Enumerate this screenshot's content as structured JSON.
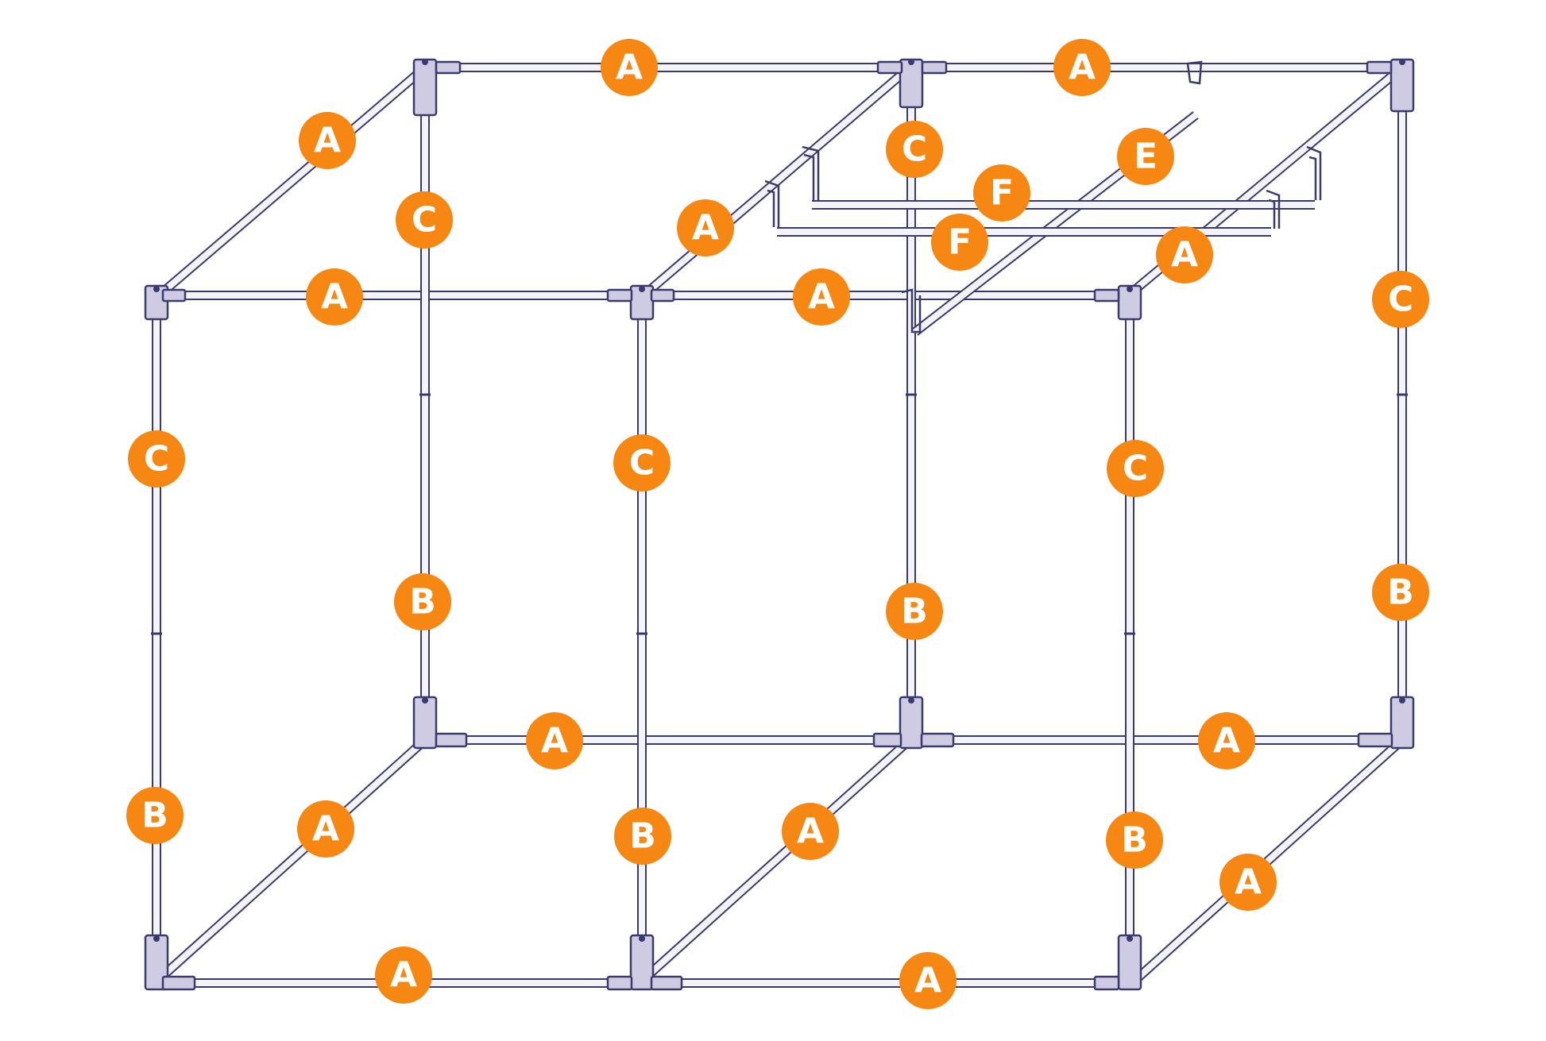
{
  "diagram": {
    "badge_color": "#f68712",
    "tube_outline_color": "#3b3a6e",
    "connector_fill": "#cfcbe2",
    "labels": {
      "top_back_left": "A",
      "top_back_right": "A",
      "top_left_side": "A",
      "top_middle_side": "A",
      "top_right_side": "A",
      "top_front_left": "A",
      "top_front_right": "A",
      "bottom_back_left": "A",
      "bottom_back_right": "A",
      "bottom_left_side": "A",
      "bottom_middle_side": "A",
      "bottom_right_side": "A",
      "bottom_front_left": "A",
      "bottom_front_right": "A",
      "upper_front_left": "C",
      "upper_front_middle": "C",
      "upper_front_right": "C",
      "upper_back_left": "C",
      "upper_back_middle": "C",
      "upper_back_right": "C",
      "lower_front_left": "B",
      "lower_front_middle": "B",
      "lower_front_right": "B",
      "lower_back_left": "B",
      "lower_back_middle": "B",
      "lower_back_right": "B",
      "diagonal_bar": "E",
      "hanging_bar_back": "F",
      "hanging_bar_front": "F"
    }
  }
}
